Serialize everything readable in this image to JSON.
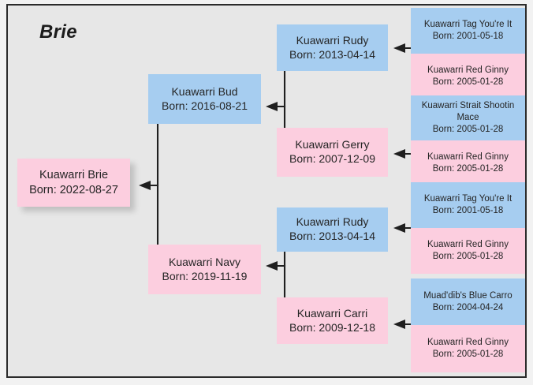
{
  "chart_title": "Brie",
  "colors": {
    "male_box": "#a6cdf0",
    "female_box": "#fccedf",
    "canvas": "#e7e7e7",
    "frame_border": "#2b2b2b",
    "connector": "#1f1f1f",
    "text": "#252525"
  },
  "chart_data": {
    "type": "diagram",
    "diagram_kind": "pedigree-tree",
    "title": "Brie",
    "orientation": "left-to-right generations (child on left, ancestors to the right)",
    "generations": 4,
    "legend": {
      "blue": "male",
      "pink": "female"
    },
    "nodes": [
      {
        "id": "brie",
        "name": "Kuawarri Brie",
        "born_label": "Born: 2022-08-27",
        "born": "2022-08-27",
        "sex": "female",
        "generation": 0
      },
      {
        "id": "bud",
        "name": "Kuawarri Bud",
        "born_label": "Born: 2016-08-21",
        "born": "2016-08-21",
        "sex": "male",
        "generation": 1
      },
      {
        "id": "navy",
        "name": "Kuawarri Navy",
        "born_label": "Born: 2019-11-19",
        "born": "2019-11-19",
        "sex": "female",
        "generation": 1
      },
      {
        "id": "rudy1",
        "name": "Kuawarri Rudy",
        "born_label": "Born: 2013-04-14",
        "born": "2013-04-14",
        "sex": "male",
        "generation": 2
      },
      {
        "id": "gerry",
        "name": "Kuawarri Gerry",
        "born_label": "Born: 2007-12-09",
        "born": "2007-12-09",
        "sex": "female",
        "generation": 2
      },
      {
        "id": "rudy2",
        "name": "Kuawarri Rudy",
        "born_label": "Born: 2013-04-14",
        "born": "2013-04-14",
        "sex": "male",
        "generation": 2
      },
      {
        "id": "carri",
        "name": "Kuawarri Carri",
        "born_label": "Born: 2009-12-18",
        "born": "2009-12-18",
        "sex": "female",
        "generation": 2
      },
      {
        "id": "tag1",
        "name": "Kuawarri Tag You're It",
        "born_label": "Born: 2001-05-18",
        "born": "2001-05-18",
        "sex": "male",
        "generation": 3
      },
      {
        "id": "ginny1",
        "name": "Kuawarri Red Ginny",
        "born_label": "Born: 2005-01-28",
        "born": "2005-01-28",
        "sex": "female",
        "generation": 3
      },
      {
        "id": "mace",
        "name": "Kuawarri Strait Shootin Mace",
        "born_label": "Born: 2005-01-28",
        "born": "2005-01-28",
        "sex": "male",
        "generation": 3
      },
      {
        "id": "ginny2",
        "name": "Kuawarri Red Ginny",
        "born_label": "Born: 2005-01-28",
        "born": "2005-01-28",
        "sex": "female",
        "generation": 3
      },
      {
        "id": "tag2",
        "name": "Kuawarri Tag You're It",
        "born_label": "Born: 2001-05-18",
        "born": "2001-05-18",
        "sex": "male",
        "generation": 3
      },
      {
        "id": "ginny3",
        "name": "Kuawarri Red Ginny",
        "born_label": "Born: 2005-01-28",
        "born": "2005-01-28",
        "sex": "female",
        "generation": 3
      },
      {
        "id": "carro",
        "name": "Muad'dib's Blue Carro",
        "born_label": "Born: 2004-04-24",
        "born": "2004-04-24",
        "sex": "male",
        "generation": 3
      },
      {
        "id": "ginny4",
        "name": "Kuawarri Red Ginny",
        "born_label": "Born: 2005-01-28",
        "born": "2005-01-28",
        "sex": "female",
        "generation": 3
      }
    ],
    "edges": [
      {
        "parent": "bud",
        "child": "brie"
      },
      {
        "parent": "navy",
        "child": "brie"
      },
      {
        "parent": "rudy1",
        "child": "bud"
      },
      {
        "parent": "gerry",
        "child": "bud"
      },
      {
        "parent": "rudy2",
        "child": "navy"
      },
      {
        "parent": "carri",
        "child": "navy"
      },
      {
        "parent": "tag1",
        "child": "rudy1"
      },
      {
        "parent": "ginny1",
        "child": "rudy1"
      },
      {
        "parent": "mace",
        "child": "gerry"
      },
      {
        "parent": "ginny2",
        "child": "gerry"
      },
      {
        "parent": "tag2",
        "child": "rudy2"
      },
      {
        "parent": "ginny3",
        "child": "rudy2"
      },
      {
        "parent": "carro",
        "child": "carri"
      },
      {
        "parent": "ginny4",
        "child": "carri"
      }
    ]
  }
}
